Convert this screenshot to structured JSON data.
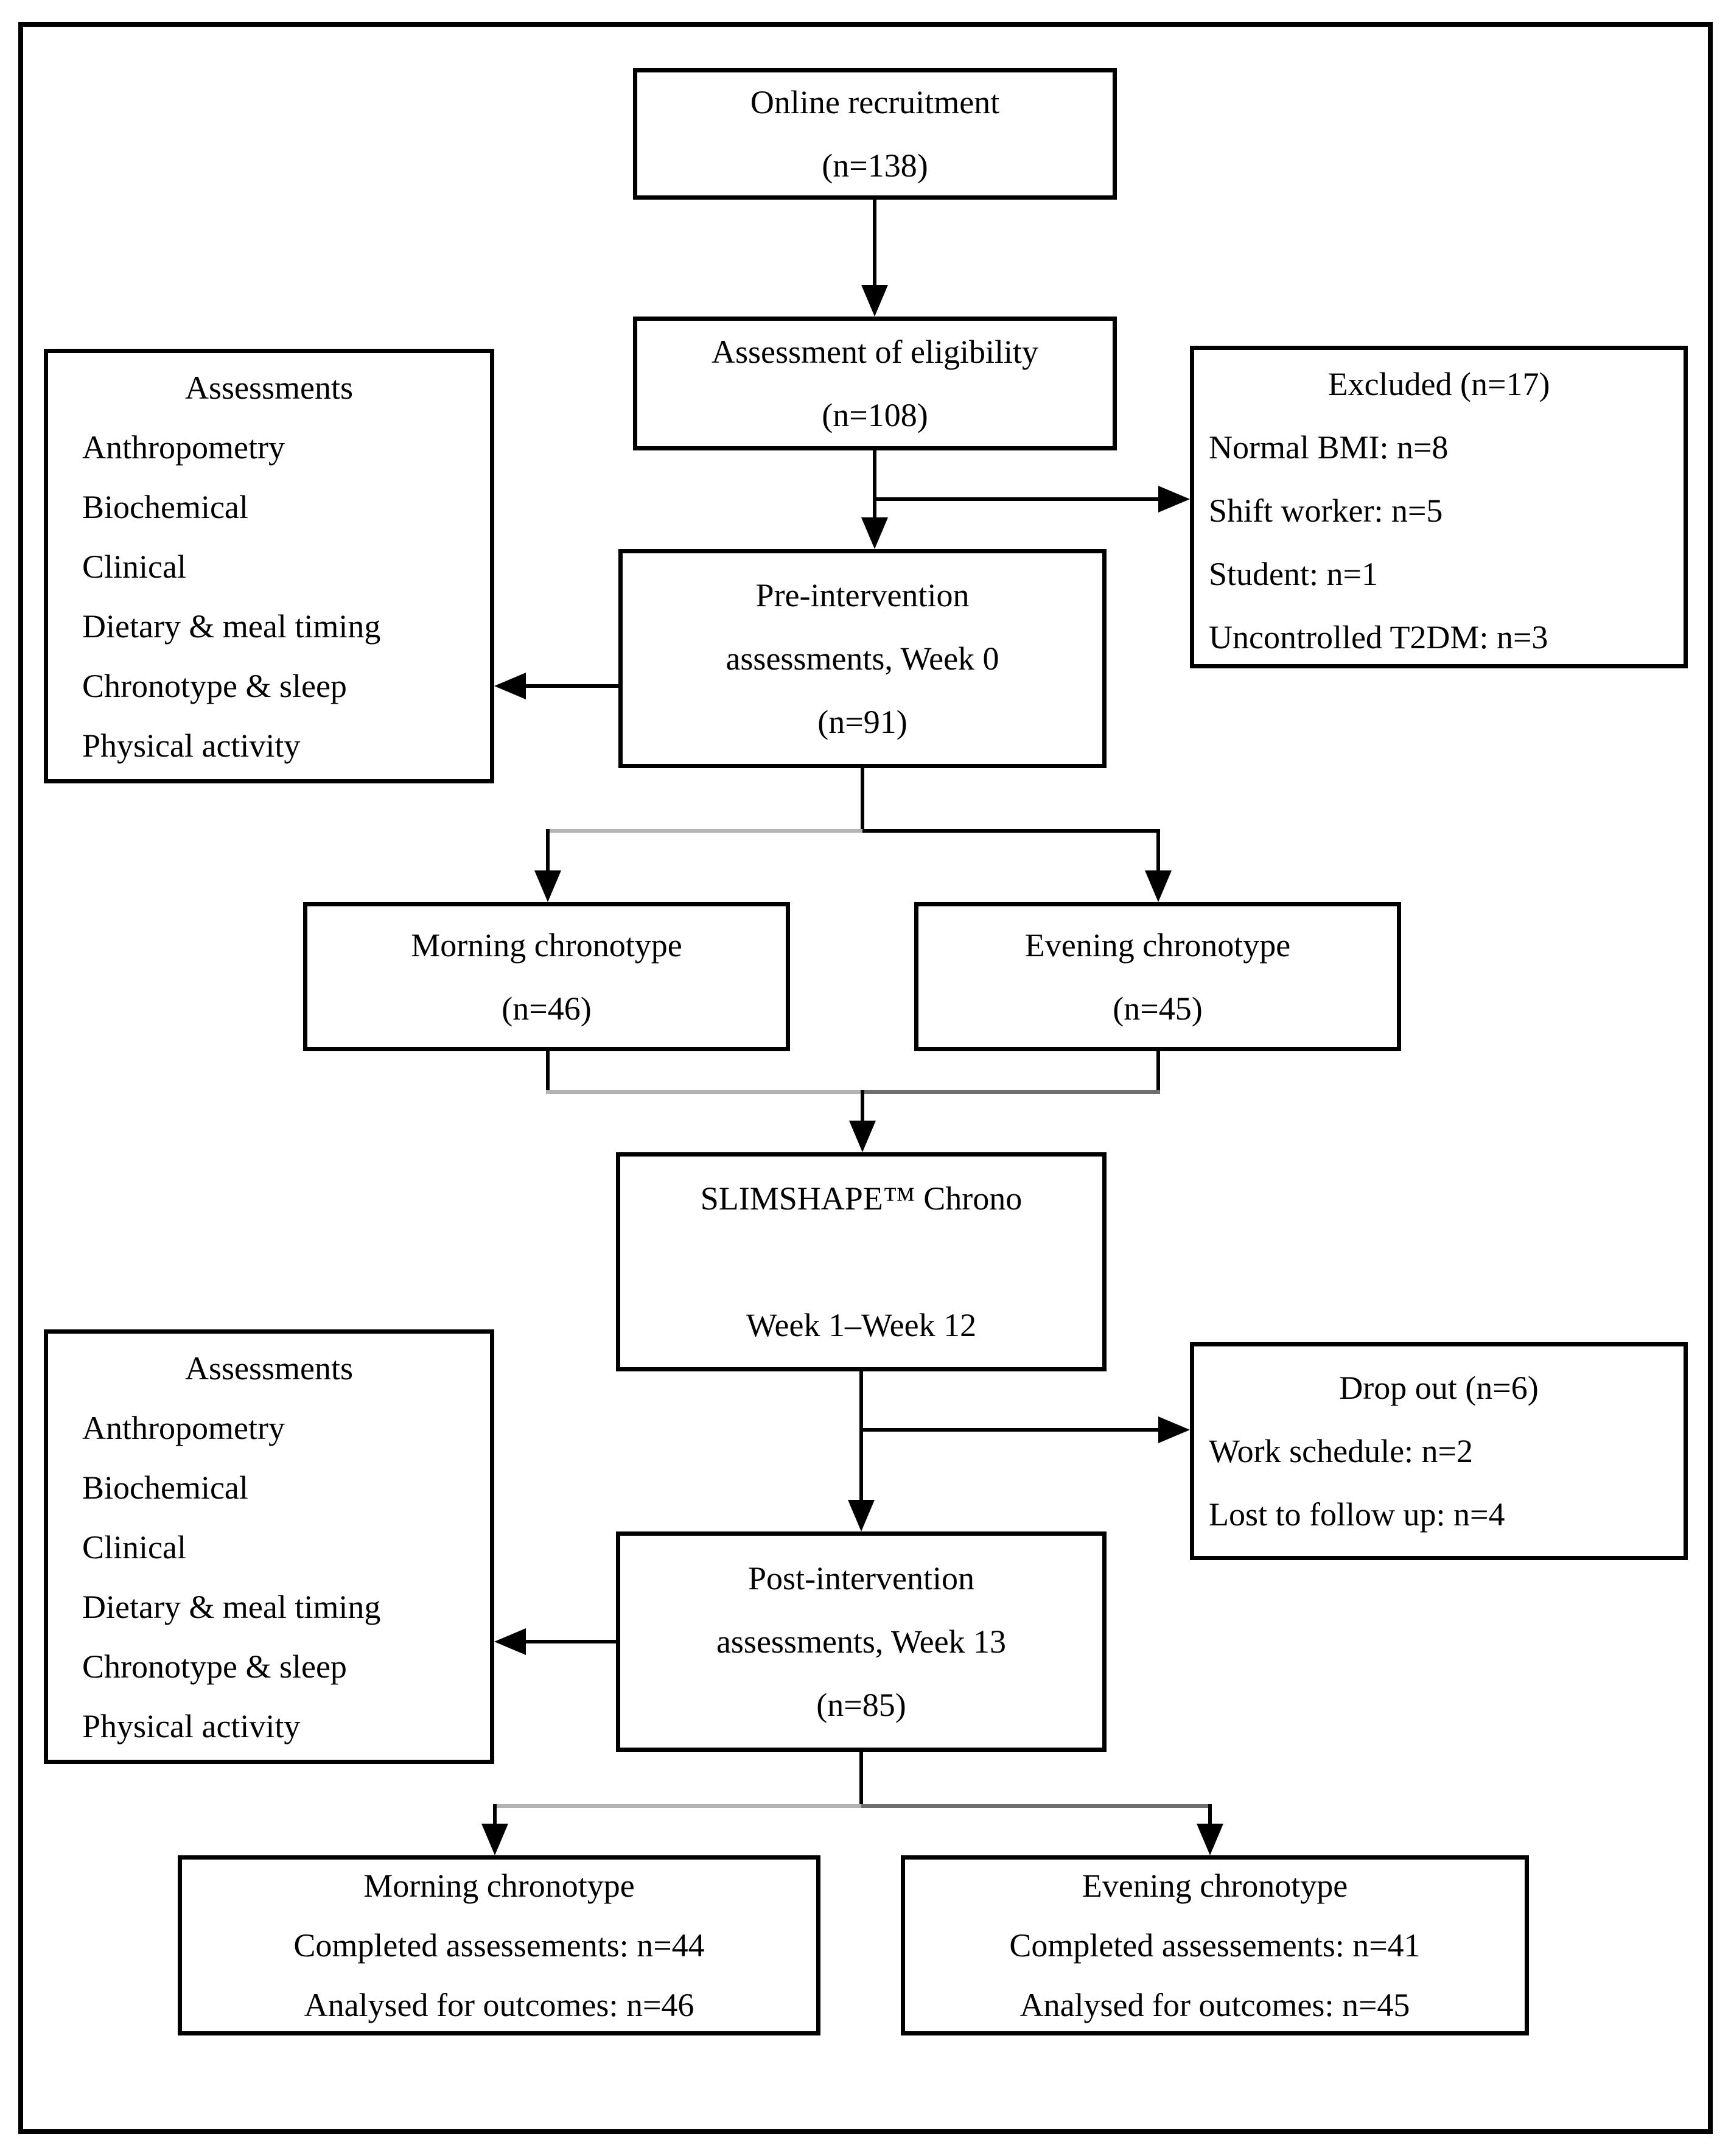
{
  "figure": {
    "type": "flow-diagram",
    "colors": {
      "background": "#ffffff",
      "border": "#000000",
      "text": "#000000",
      "connector": "#000000",
      "merge_line_gray": "#6e6e6e",
      "merge_line_light_gray": "#b3b3b3"
    },
    "boxes": {
      "online_recruitment": {
        "line1": "Online recruitment",
        "line2": "(n=138)"
      },
      "eligibility": {
        "line1": "Assessment of eligibility",
        "line2": "(n=108)"
      },
      "excluded": {
        "title": "Excluded (n=17)",
        "items": [
          "Normal BMI: n=8",
          "Shift worker: n=5",
          "Student: n=1",
          "Uncontrolled T2DM: n=3"
        ]
      },
      "pre_intervention": {
        "line1": "Pre-intervention",
        "line2": "assessments, Week 0",
        "line3": "(n=91)"
      },
      "assessments_top": {
        "title": "Assessments",
        "items": [
          "Anthropometry",
          "Biochemical",
          "Clinical",
          "Dietary & meal timing",
          "Chronotype & sleep",
          "Physical activity"
        ]
      },
      "morning_chronotype": {
        "line1": "Morning chronotype",
        "line2": "(n=46)"
      },
      "evening_chronotype": {
        "line1": "Evening chronotype",
        "line2": "(n=45)"
      },
      "slimshape": {
        "line1": "SLIMSHAPE™ Chrono",
        "line2": "Week 1–Week 12"
      },
      "dropout": {
        "title": "Drop out (n=6)",
        "items": [
          "Work schedule: n=2",
          "Lost to follow up: n=4"
        ]
      },
      "assessments_bottom": {
        "title": "Assessments",
        "items": [
          "Anthropometry",
          "Biochemical",
          "Clinical",
          "Dietary & meal timing",
          "Chronotype & sleep",
          "Physical activity"
        ]
      },
      "post_intervention": {
        "line1": "Post-intervention",
        "line2": "assessments, Week 13",
        "line3": "(n=85)"
      },
      "morning_outcome": {
        "line1": "Morning chronotype",
        "line2": "Completed assessements: n=44",
        "line3": "Analysed for outcomes: n=46"
      },
      "evening_outcome": {
        "line1": "Evening chronotype",
        "line2": "Completed assessements: n=41",
        "line3": "Analysed for outcomes: n=45"
      }
    }
  }
}
